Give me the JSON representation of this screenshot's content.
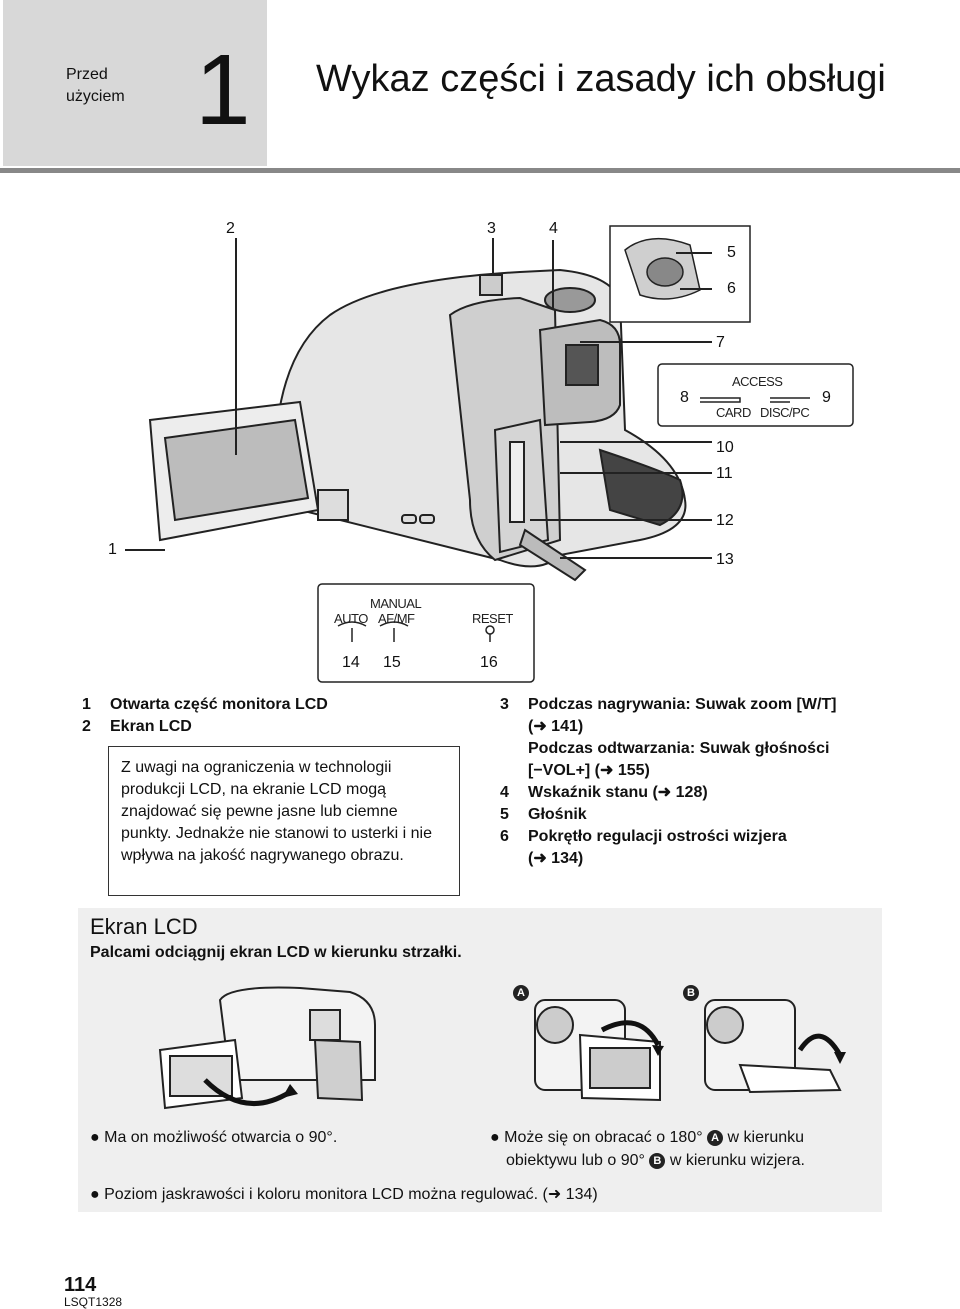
{
  "header": {
    "section_label": "Przed użyciem",
    "chapter_number": "1",
    "title": "Wykaz części i zasady ich obsługi"
  },
  "figure": {
    "callouts": {
      "c1": "1",
      "c2": "2",
      "c3": "3",
      "c4": "4",
      "c5": "5",
      "c6": "6",
      "c7": "7",
      "c8": "8",
      "c9": "9",
      "c10": "10",
      "c11": "11",
      "c12": "12",
      "c13": "13",
      "c14": "14",
      "c15": "15",
      "c16": "16"
    },
    "mode_switch": {
      "access": "ACCESS",
      "card": "CARD",
      "disc_pc": "DISC/PC"
    },
    "control_buttons": {
      "manual": "MANUAL",
      "auto": "AUTO",
      "afmf": "AF/MF",
      "reset": "RESET"
    }
  },
  "parts_left": [
    {
      "num": "1",
      "text": "Otwarta część monitora LCD"
    },
    {
      "num": "2",
      "text": "Ekran LCD"
    }
  ],
  "note": "Z uwagi na ograniczenia w technologii produkcji LCD, na ekranie LCD mogą znajdować się pewne jasne lub ciemne punkty. Jednakże nie stanowi to usterki i nie wpływa na jakość nagrywanego obrazu.",
  "parts_right": [
    {
      "num": "3",
      "text": "Podczas nagrywania: Suwak zoom [W/T]"
    },
    {
      "num": "",
      "text": "(➜ 141)"
    },
    {
      "num": "",
      "text": "Podczas odtwarzania: Suwak głośności"
    },
    {
      "num": "",
      "text": "[−VOL+] (➜ 155)"
    },
    {
      "num": "4",
      "text": "Wskaźnik stanu (➜ 128)"
    },
    {
      "num": "5",
      "text": "Głośnik"
    },
    {
      "num": "6",
      "text": "Pokrętło regulacji ostrości wizjera"
    },
    {
      "num": "",
      "text": "(➜ 134)"
    }
  ],
  "lcd": {
    "title": "Ekran LCD",
    "subtitle": "Palcami odciągnij ekran LCD w kierunku strzałki.",
    "badge_a": "A",
    "badge_b": "B",
    "bullet1": "Ma on możliwość otwarcia o 90°.",
    "bullet2_a": "Może się on obracać o 180°",
    "bullet2_b": "w kierunku",
    "bullet2_c": "obiektywu lub o 90°",
    "bullet2_d": "w kierunku wizjera.",
    "bullet3": "Poziom jaskrawości i koloru monitora LCD można regulować. (➜ 134)"
  },
  "footer": {
    "page": "114",
    "code": "LSQT1328"
  }
}
